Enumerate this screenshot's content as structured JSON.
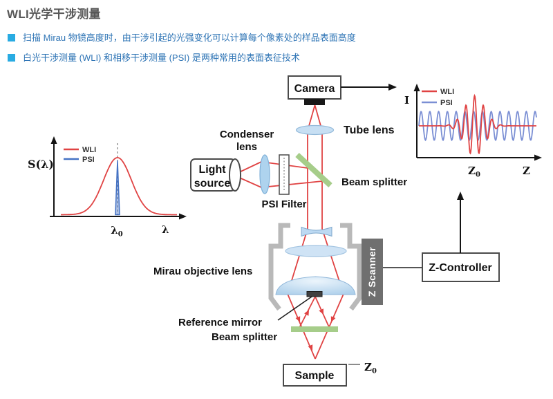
{
  "header": {
    "title": "WLI光学干涉测量",
    "accent_color": "#29abe2",
    "text_color": "#2e74b5",
    "bullets": [
      {
        "text": "扫描 Mirau 物镜高度时，由干涉引起的光强变化可以计算每个像素处的样品表面高度"
      },
      {
        "text": "白光干涉测量 (WLI) 和相移干涉测量 (PSI) 是两种常用的表面表征技术"
      }
    ]
  },
  "diagram": {
    "camera": "Camera",
    "tube_lens": "Tube lens",
    "condenser_line1": "Condenser",
    "condenser_line2": "lens",
    "light_source_line1": "Light",
    "light_source_line2": "source",
    "psi_filter": "PSI Filter",
    "beam_splitter_top": "Beam splitter",
    "mirau_objective": "Mirau objective lens",
    "reference_mirror": "Reference mirror",
    "beam_splitter_bottom": "Beam splitter",
    "sample": "Sample",
    "z_scanner": "Z Scanner",
    "z_controller": "Z-Controller",
    "sample_height": {
      "main": "Z",
      "sub": "0"
    },
    "colors": {
      "ray_red": "#e04343",
      "beam_splitter_green": "#a6cd8a",
      "lens_blue": "#c7dff3",
      "housing_gray": "#b9b9b9",
      "scanner_gray": "#6f6f6f"
    }
  },
  "chart_data": [
    {
      "id": "spectrum",
      "type": "line",
      "title": "Light source spectrum",
      "ylabel": "S(λ)",
      "xlabel": "λ",
      "x_tick": {
        "main": "λ",
        "sub": "0"
      },
      "legend_position": "top-left",
      "grid": false,
      "series": [
        {
          "name": "WLI",
          "color": "#e04343",
          "shape": "gaussian",
          "center": 0.488,
          "sigma": 0.12,
          "amplitude": 1.0
        },
        {
          "name": "PSI",
          "color": "#4472c4",
          "shape": "impulse",
          "center": 0.488,
          "amplitude": 0.95,
          "base_width": 0.036
        }
      ],
      "annotations": [
        {
          "type": "dashed_vline",
          "x": 0.488
        }
      ]
    },
    {
      "id": "interferogram",
      "type": "line",
      "title": "Interference intensity vs Z",
      "ylabel": "I",
      "xlabel": "Z",
      "x_tick": {
        "main": "Z",
        "sub": "0"
      },
      "legend_position": "top-left",
      "grid": false,
      "series": [
        {
          "name": "WLI",
          "color": "#e04343",
          "shape": "wave_packet",
          "center": 0.474,
          "cycles": 13.4,
          "envelope_sigma": 0.085,
          "amplitude": 0.95,
          "baseline": 0.5
        },
        {
          "name": "PSI",
          "color": "#7b8fd4",
          "shape": "sine",
          "cycles": 13.4,
          "amplitude": 0.45,
          "baseline": 0.5
        }
      ]
    }
  ]
}
